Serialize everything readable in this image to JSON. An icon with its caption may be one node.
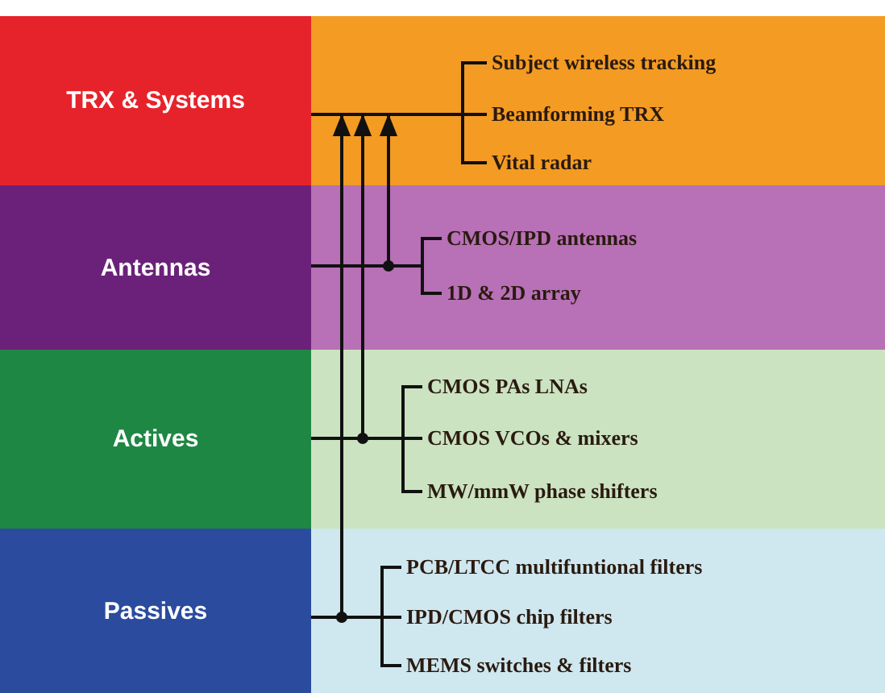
{
  "diagram": {
    "nodes": [
      {
        "text": [
          "TRX & Systems"
        ]
      },
      {
        "text": [],
        "shape": "box"
      },
      {
        "text": [
          "Subject wireless tracking"
        ],
        "in": 1
      },
      {
        "text": [
          "Beamforming TRX"
        ],
        "in": 1
      },
      {
        "text": [
          "Vital radar"
        ],
        "in": 1
      },
      {
        "text": [
          "Antennas"
        ]
      },
      {
        "text": [],
        "shape": "box"
      },
      {
        "text": [
          "CMOS/IPD antennas"
        ],
        "in": 6
      },
      {
        "text": [
          "1D & 2D array"
        ],
        "in": 6
      },
      {
        "text": [
          "Actives"
        ]
      },
      {
        "text": [],
        "shape": "box"
      },
      {
        "text": [
          "CMOS PAs LNAs"
        ],
        "in": 10
      },
      {
        "text": [
          "CMOS VCOs & mixers"
        ],
        "in": 10
      },
      {
        "text": [
          "MW/mmW phase shifters"
        ],
        "in": 10
      },
      {
        "text": [
          "Passives"
        ]
      },
      {
        "text": [],
        "shape": "box"
      },
      {
        "text": [
          "PCB/LTCC multifuntional filters"
        ],
        "in": 15
      },
      {
        "text": [
          "IPD/CMOS chip filters"
        ],
        "in": 15
      },
      {
        "text": [
          "MEMS switches & filters"
        ],
        "in": 15
      }
    ],
    "edges": [
      {
        "from": 0,
        "to": 2,
        "arrow": "none"
      },
      {
        "from": 0,
        "to": 3,
        "arrow": "none"
      },
      {
        "from": 0,
        "to": 4,
        "arrow": "none"
      },
      {
        "from": 5,
        "to": 7,
        "arrow": "none"
      },
      {
        "from": 5,
        "to": 8,
        "arrow": "none"
      },
      {
        "from": 9,
        "to": 11,
        "arrow": "none"
      },
      {
        "from": 9,
        "to": 12,
        "arrow": "none"
      },
      {
        "from": 9,
        "to": 13,
        "arrow": "none"
      },
      {
        "from": 14,
        "to": 16,
        "arrow": "none"
      },
      {
        "from": 14,
        "to": 17,
        "arrow": "none"
      },
      {
        "from": 14,
        "to": 18,
        "arrow": "none"
      },
      {
        "from": 5,
        "to": 0,
        "arrow": "to"
      },
      {
        "from": 9,
        "to": 0,
        "arrow": "to"
      },
      {
        "from": 14,
        "to": 0,
        "arrow": "to"
      }
    ]
  }
}
